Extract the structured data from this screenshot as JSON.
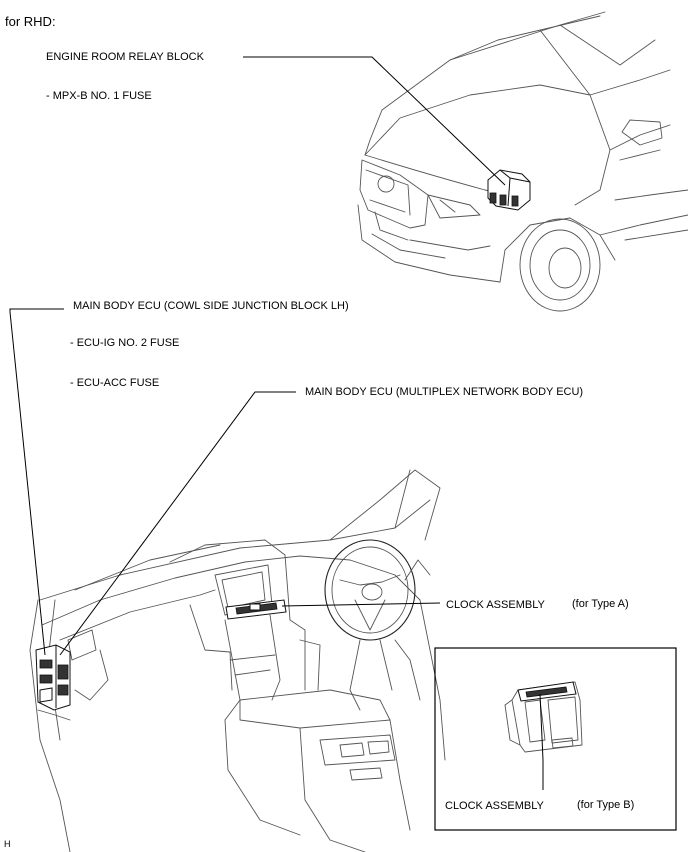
{
  "heading": "for RHD:",
  "labels": {
    "engine_room_relay_block": "ENGINE ROOM RELAY BLOCK",
    "mpx_b_fuse": "- MPX-B NO. 1 FUSE",
    "main_body_ecu_cowl": "MAIN BODY ECU (COWL SIDE JUNCTION BLOCK LH)",
    "ecu_ig_fuse": "- ECU-IG NO. 2 FUSE",
    "ecu_acc_fuse": "- ECU-ACC FUSE",
    "main_body_ecu_multiplex": "MAIN BODY ECU (MULTIPLEX NETWORK BODY ECU)",
    "clock_assembly_a": "CLOCK ASSEMBLY",
    "type_a": "(for Type A)",
    "clock_assembly_b": "CLOCK ASSEMBLY",
    "type_b": "(for Type B)"
  },
  "corner_mark": "H"
}
